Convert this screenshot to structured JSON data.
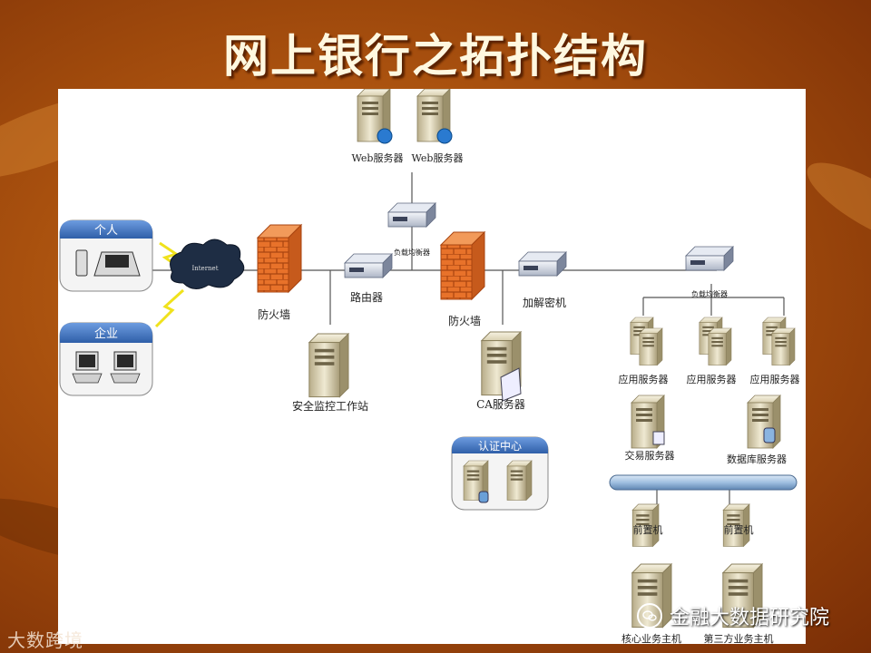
{
  "title": "网上银行之拓扑结构",
  "nodes": {
    "web1": "Web服务器",
    "web2": "Web服务器",
    "lb_top": "负载均衡器",
    "personal": "个人",
    "enterprise": "企业",
    "internet": "Internet",
    "firewall1": "防火墙",
    "router": "路由器",
    "monitor": "安全监控工作站",
    "firewall2": "防火墙",
    "encryptor": "加解密机",
    "ca_server": "CA服务器",
    "cert_center": "认证中心",
    "lb_right": "负载均衡器",
    "app1": "应用服务器",
    "app2": "应用服务器",
    "app3": "应用服务器",
    "trade": "交易服务器",
    "db": "数据库服务器",
    "front1": "前置机",
    "front2": "前置机",
    "core_host": "核心业务主机",
    "third_host": "第三方业务主机"
  },
  "watermarks": {
    "left": "大数跨境",
    "right": "金融大数据研究院"
  },
  "colors": {
    "background": "#a8500e",
    "firewall": "#e8722a",
    "bus": "#a8c4e0",
    "zone_header": "#3b6fb6"
  }
}
